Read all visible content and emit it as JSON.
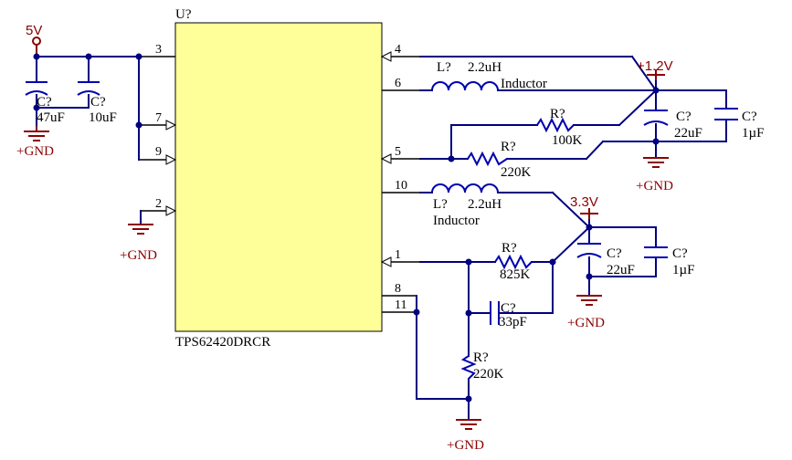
{
  "ic": {
    "designator": "U?",
    "part_number": "TPS62420DRCR",
    "pins": [
      "3",
      "7",
      "9",
      "2",
      "4",
      "6",
      "5",
      "10",
      "1",
      "8",
      "11"
    ],
    "fill_color": "#ffff99"
  },
  "power": {
    "input": "5V",
    "out1": "+1.2V",
    "out2": "3.3V",
    "gnd": "+GND"
  },
  "inductors": [
    {
      "designator": "L?",
      "value": "2.2uH",
      "type": "Inductor"
    },
    {
      "designator": "L?",
      "value": "2.2uH",
      "type": "Inductor"
    }
  ],
  "resistors": [
    {
      "designator": "R?",
      "value": "100K"
    },
    {
      "designator": "R?",
      "value": "220K"
    },
    {
      "designator": "R?",
      "value": "825K"
    },
    {
      "designator": "R?",
      "value": "220K"
    }
  ],
  "capacitors": [
    {
      "designator": "C?",
      "value": "47uF"
    },
    {
      "designator": "C?",
      "value": "10uF"
    },
    {
      "designator": "C?",
      "value": "22uF"
    },
    {
      "designator": "C?",
      "value": "1µF"
    },
    {
      "designator": "C?",
      "value": "22uF"
    },
    {
      "designator": "C?",
      "value": "1µF"
    },
    {
      "designator": "C?",
      "value": "33pF"
    }
  ],
  "colors": {
    "wire": "#000080",
    "component": "#0000b0",
    "power_symbol": "#8b0000",
    "ic_fill": "#ffff99"
  }
}
